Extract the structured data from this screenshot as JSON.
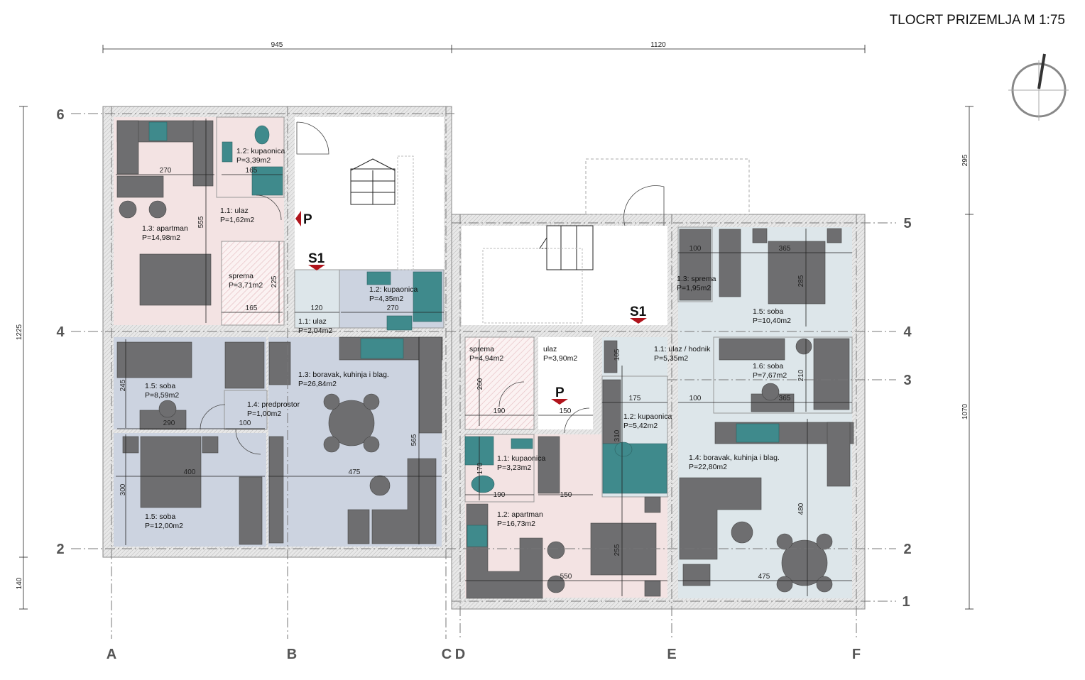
{
  "title": "TLOCRT PRIZEMLJA M 1:75",
  "colors": {
    "pink": "#f3e3e3",
    "bluegray": "#ccd3e0",
    "lightblue": "#dde6ea",
    "hatch": "#e8c9cc",
    "marker": "#b0141c",
    "teal": "#3f8a8c",
    "furniture": "#6e6e70"
  },
  "axes": {
    "rows": [
      "6",
      "5",
      "4",
      "3",
      "2",
      "1"
    ],
    "cols": [
      "A",
      "B",
      "C",
      "D",
      "E",
      "F"
    ]
  },
  "overall_dims": {
    "top_left": "945",
    "top_right": "1120",
    "left_total": "1225",
    "left_bottom": "140",
    "right_top": "295",
    "right_main": "1070"
  },
  "markers": {
    "entrance": "P",
    "section": "S1"
  },
  "rooms": [
    {
      "name": "1.2: kupaonica",
      "area": "P=3,39m2"
    },
    {
      "name": "1.1: ulaz",
      "area": "P=1,62m2"
    },
    {
      "name": "1.3: apartman",
      "area": "P=14,98m2"
    },
    {
      "name": "sprema",
      "area": "P=3,71m2"
    },
    {
      "name": "1.2: kupaonica",
      "area": "P=4,35m2"
    },
    {
      "name": "1.1: ulaz",
      "area": "P=2,04m2"
    },
    {
      "name": "1.5: soba",
      "area": "P=8,59m2"
    },
    {
      "name": "1.3: boravak, kuhinja i blag.",
      "area": "P=26,84m2"
    },
    {
      "name": "1.4: predprostor",
      "area": "P=1,00m2"
    },
    {
      "name": "1.5: soba",
      "area": "P=12,00m2"
    },
    {
      "name": "sprema",
      "area": "P=4,94m2"
    },
    {
      "name": "ulaz",
      "area": "P=3,90m2"
    },
    {
      "name": "1.1: ulaz / hodnik",
      "area": "P=5,35m2"
    },
    {
      "name": "1.2: kupaonica",
      "area": "P=5,42m2"
    },
    {
      "name": "1.1: kupaonica",
      "area": "P=3,23m2"
    },
    {
      "name": "1.2: apartman",
      "area": "P=16,73m2"
    },
    {
      "name": "1.3: sprema",
      "area": "P=1,95m2"
    },
    {
      "name": "1.5: soba",
      "area": "P=10,40m2"
    },
    {
      "name": "1.6: soba",
      "area": "P=7,67m2"
    },
    {
      "name": "1.4: boravak, kuhinja i blag.",
      "area": "P=22,80m2"
    }
  ],
  "dims": [
    "270",
    "165",
    "555",
    "225",
    "165",
    "120",
    "270",
    "245",
    "290",
    "100",
    "400",
    "300",
    "475",
    "565",
    "260",
    "190",
    "150",
    "105",
    "175",
    "100",
    "210",
    "365",
    "310",
    "170",
    "190",
    "150",
    "550",
    "255",
    "475",
    "480",
    "100",
    "365",
    "285"
  ]
}
